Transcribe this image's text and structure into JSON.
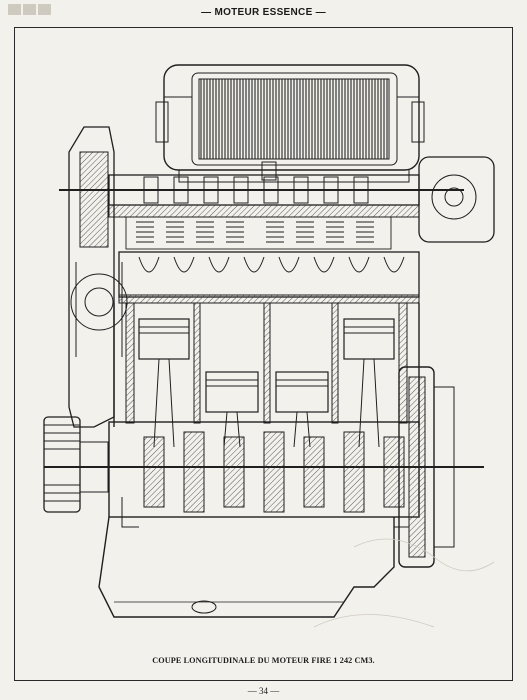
{
  "header": {
    "title": "— MOTEUR ESSENCE —"
  },
  "figure": {
    "caption": "COUPE LONGITUDINALE DU MOTEUR FIRE 1 242 CM3.",
    "illustration": "engine-longitudinal-section"
  },
  "footer": {
    "page_number": "— 34 —"
  },
  "colors": {
    "paper": "#f3f1ec",
    "ink": "#1a1a1a",
    "bleed_through": "#cfcac0"
  }
}
